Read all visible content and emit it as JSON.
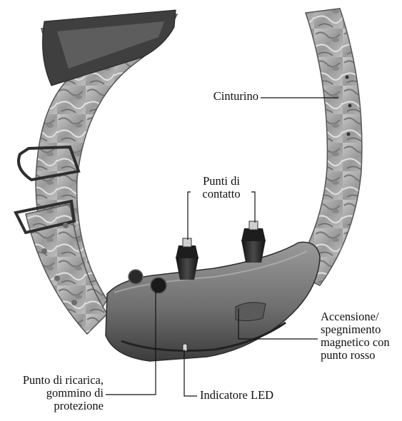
{
  "colors": {
    "strap_light": "#b9b9b9",
    "strap_mid": "#8e8e8e",
    "strap_dark": "#555555",
    "housing": "#7a7a7a",
    "housing_dark": "#3b3b3b",
    "probe": "#1b1b1b",
    "leader": "#111111",
    "text": "#111111"
  },
  "labels": {
    "strap": "Cinturino",
    "contacts_line1": "Punti di",
    "contacts_line2": "contatto",
    "power_line1": "Accensione/",
    "power_line2": "spegnimento",
    "power_line3": "magnetico con",
    "power_line4": "punto rosso",
    "charge_line1": "Punto di ricarica,",
    "charge_line2": "gommino di",
    "charge_line3": "protezione",
    "led": "Indicatore LED"
  }
}
